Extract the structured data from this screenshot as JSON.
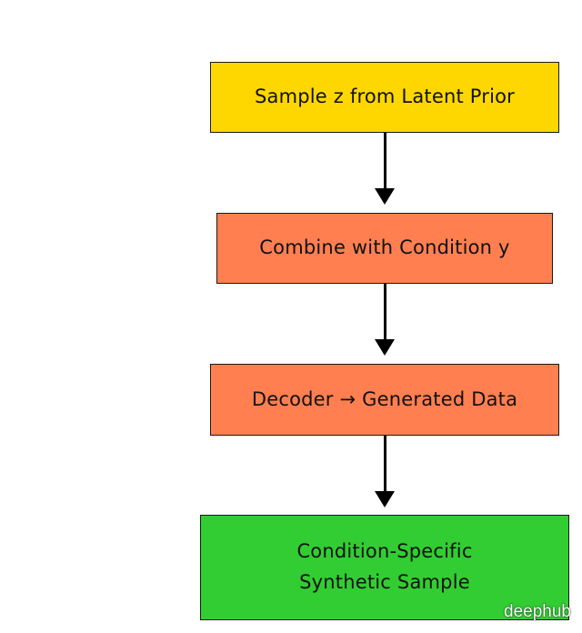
{
  "diagram": {
    "nodes": [
      {
        "id": "n1",
        "label": "Sample z from Latent Prior",
        "color": "#FFD700"
      },
      {
        "id": "n2",
        "label": "Combine with Condition y",
        "color": "#FF7F50"
      },
      {
        "id": "n3",
        "label": "Decoder → Generated Data",
        "color": "#FF7F50"
      },
      {
        "id": "n4",
        "label": "Condition-Specific\nSynthetic Sample",
        "color": "#32CD32"
      }
    ],
    "edges": [
      {
        "from": "n1",
        "to": "n2"
      },
      {
        "from": "n2",
        "to": "n3"
      },
      {
        "from": "n3",
        "to": "n4"
      }
    ]
  },
  "watermark": "deephub"
}
